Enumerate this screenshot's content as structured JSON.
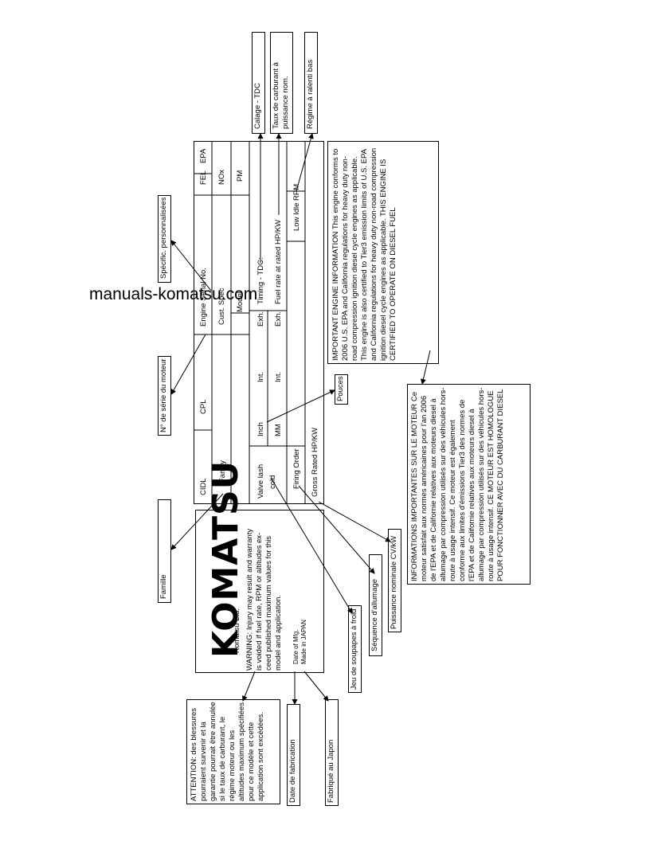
{
  "watermark": "manuals-komatsu.com",
  "plate": {
    "logo": "KOMATSU",
    "company": "Komatsu Ltd.",
    "warning": "WARNING: Injury may result and warranty is voided if fuel rate, RPM or altitudes ex- ceed published maximum values for this model and application.",
    "date_of_mfg": "Date of Mfg.",
    "made_in": "Made in JAPAN",
    "cidl": "CIDL",
    "family": "Family",
    "cpl": "CPL",
    "engine_serial_no": "Engine Serial No.",
    "cust_spec": "Cust. Spec",
    "model": "Model",
    "fel": "FEL",
    "epa": "EPA",
    "nox": "NOx",
    "pm": "PM",
    "valve_lash": "Valve lash",
    "cold": "cold",
    "inch": "Inch",
    "mm": "MM",
    "int_inch": "Int.",
    "exh_inch": "Exh.",
    "int_mm": "Int.",
    "exh_mm": "Exh.",
    "timing_tdc": "Timing - TDC:",
    "fuel_rate": "Fuel rate at rated HP/KW",
    "low_idle_rpm": "Low Idle RPM",
    "firing_order": "Firing Order",
    "gross_rated": "Gross Rated HP/KW"
  },
  "english_info": "IMPORTANT ENGINE INFORMATION This engine conforms to 2006 U.S. EPA and California regulations for heavy duty non-road compression ignition diesel cycle engines as applicable. This engine is also certified to Tier3 emission limits of U.S. EPA and California regulations for heavy duty non-road compression ignition diesel cycle engines as applicable. THIS ENGINE IS CERTIFIED TO OPERATE ON DIESEL FUEL",
  "french_info": "INFORMATIONS IMPORTANTES SUR LE MOTEUR Ce moteur satisfait aux normes américaines pour l'an 2006 de l'EPA et de Californie relatives aux moteurs diesel à allumage par compression utilisés sur des véhicules hors-route à usage intensif. Ce moteur est également conforme aux limites d'émissions Tier3 des normes de l'EPA et de Californie relatives aux moteurs diesel à allumage par compression utilisés sur des véhicules hors-route à usage intensif. CE MOTEUR EST HOMOLOGUE POUR FONCTIONNER AVEC DU CARBURANT DIESEL",
  "callouts": {
    "calage_tdc": "Calage - TDC",
    "taux_carburant": "Taux de carburant à puissance nom.",
    "regime_ralenti": "Régime à ralenti bas",
    "specif_personnalisees": "Spécific. personnalisées",
    "no_serie_moteur": "N° de série du moteur",
    "famille": "Famille",
    "pouces": "Pouces",
    "puissance_nominale": "Puissance nominale CV/kW",
    "sequence_allumage": "Séquence d'allumage",
    "jeu_soupapes": "Jeu de soupapes à froid",
    "attention": "ATTENTION: des blessures pourraient survenir et la garantie pourrait être annulée si le taux de carburant, le régime moteur ou les altitudes maximum spécifiées pour ce modèle et cette application sont excédées.",
    "date_fabrication": "Date de fabrication",
    "fabrique_japon": "Fabriqué au Japon"
  }
}
